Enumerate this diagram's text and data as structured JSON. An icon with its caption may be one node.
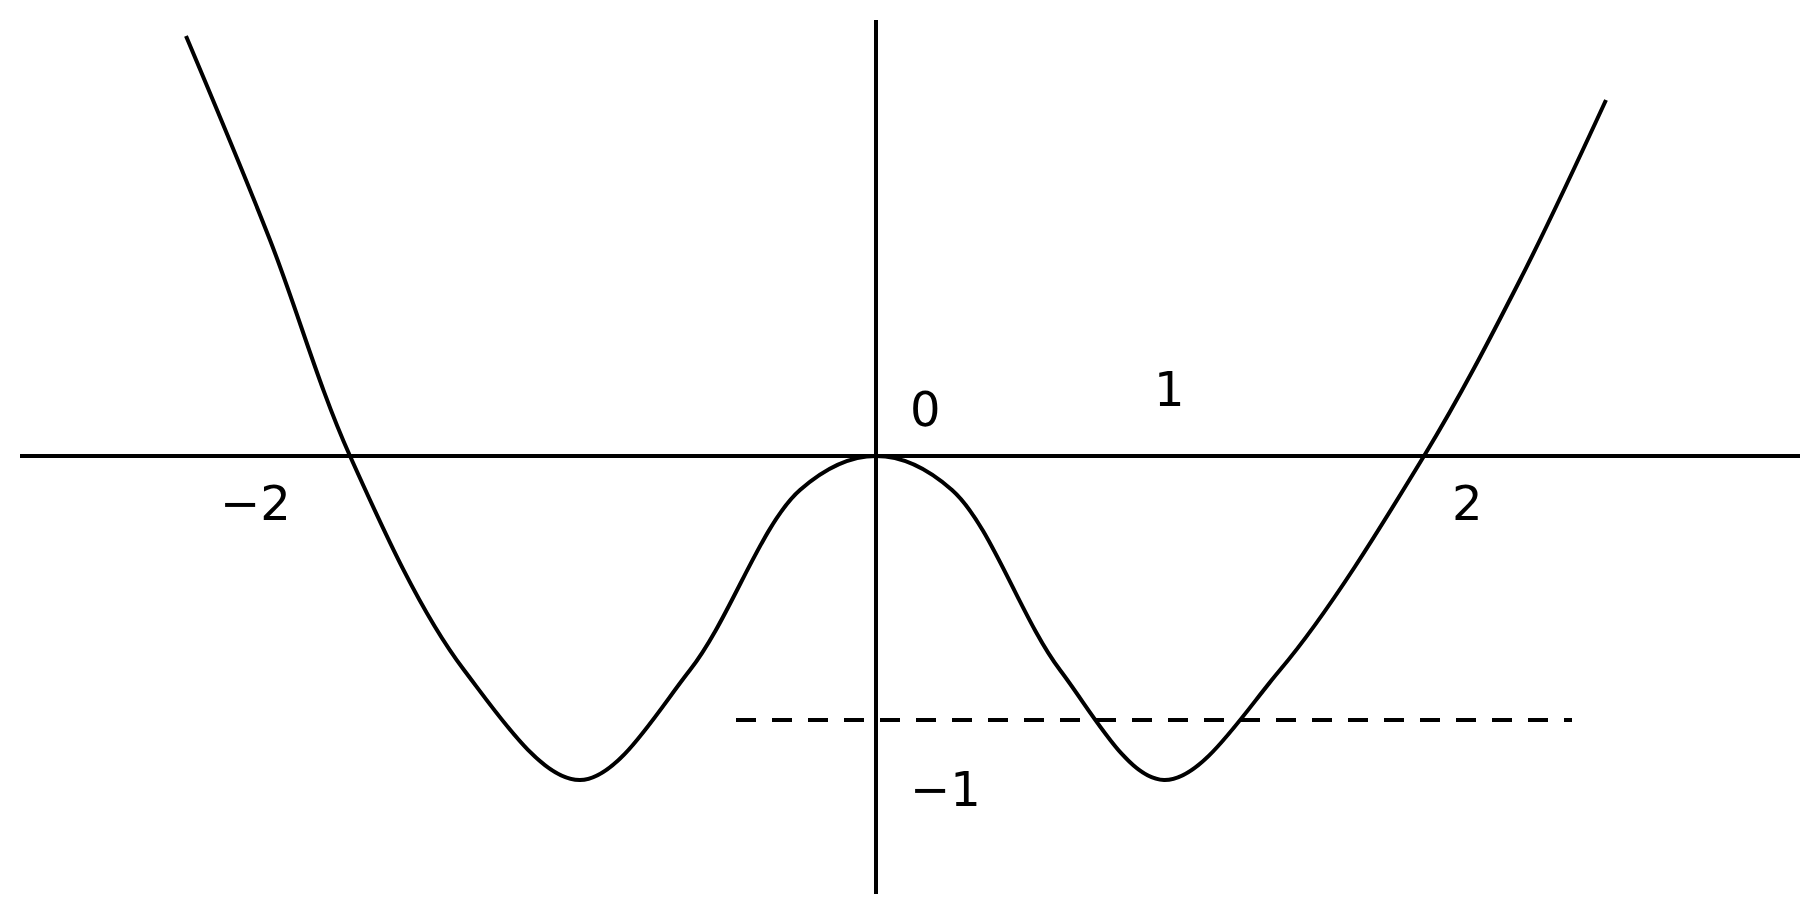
{
  "diagram": {
    "labels": [
      "0",
      "1",
      "−2",
      "2",
      "−1"
    ]
  }
}
